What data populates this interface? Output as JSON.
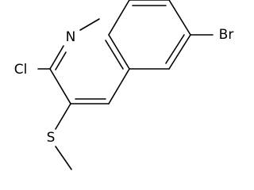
{
  "molecule": {
    "atoms": {
      "nitrogen": "N",
      "chlorine": "Cl",
      "bromine": "Br",
      "sulfur": "S"
    },
    "colors": {
      "bond": "#000000",
      "label": "#000000",
      "background": "#ffffff"
    }
  }
}
